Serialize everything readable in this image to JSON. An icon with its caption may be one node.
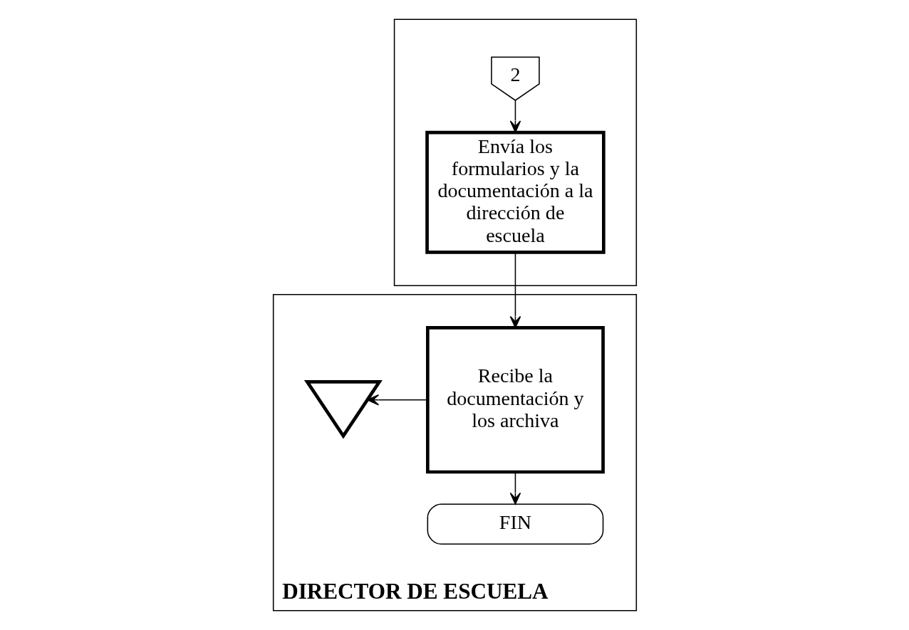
{
  "diagram": {
    "nodes": [
      {
        "text": [],
        "shape": "box"
      },
      {
        "text": [
          "2"
        ],
        "in": 0
      },
      {
        "text": [
          "Envía los formularios y la documentación a la dirección de escuela"
        ],
        "in": 0
      },
      {
        "text": [
          "DIRECTOR DE ESCUELA"
        ]
      },
      {
        "text": [
          "Recibe la documentación y los archiva"
        ],
        "in": 3
      },
      {
        "text": [],
        "shape": "triangle",
        "in": 3
      },
      {
        "text": [
          "FIN"
        ],
        "in": 3
      }
    ],
    "edges": [
      {
        "from": 1,
        "to": 2,
        "arrow": "to"
      },
      {
        "from": 2,
        "to": 4,
        "arrow": "to"
      },
      {
        "from": 4,
        "to": 5,
        "arrow": "to"
      },
      {
        "from": 4,
        "to": 6,
        "arrow": "to"
      }
    ]
  }
}
